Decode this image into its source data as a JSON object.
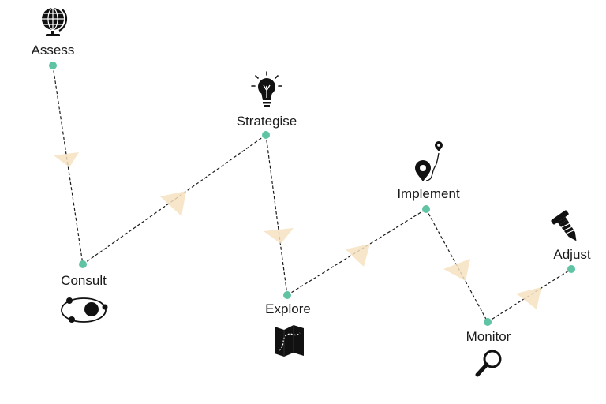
{
  "diagram": {
    "steps": [
      {
        "id": "assess",
        "label": "Assess",
        "icon": "globe-icon"
      },
      {
        "id": "consult",
        "label": "Consult",
        "icon": "orbit-icon"
      },
      {
        "id": "strategise",
        "label": "Strategise",
        "icon": "lightbulb-icon"
      },
      {
        "id": "explore",
        "label": "Explore",
        "icon": "map-icon"
      },
      {
        "id": "implement",
        "label": "Implement",
        "icon": "location-pin-icon"
      },
      {
        "id": "monitor",
        "label": "Monitor",
        "icon": "magnifier-icon"
      },
      {
        "id": "adjust",
        "label": "Adjust",
        "icon": "screw-icon"
      }
    ],
    "colors": {
      "node": "#5fc3a4",
      "arrow": "#f6e2bf",
      "line": "#1a1a1a",
      "icon": "#111111"
    }
  }
}
